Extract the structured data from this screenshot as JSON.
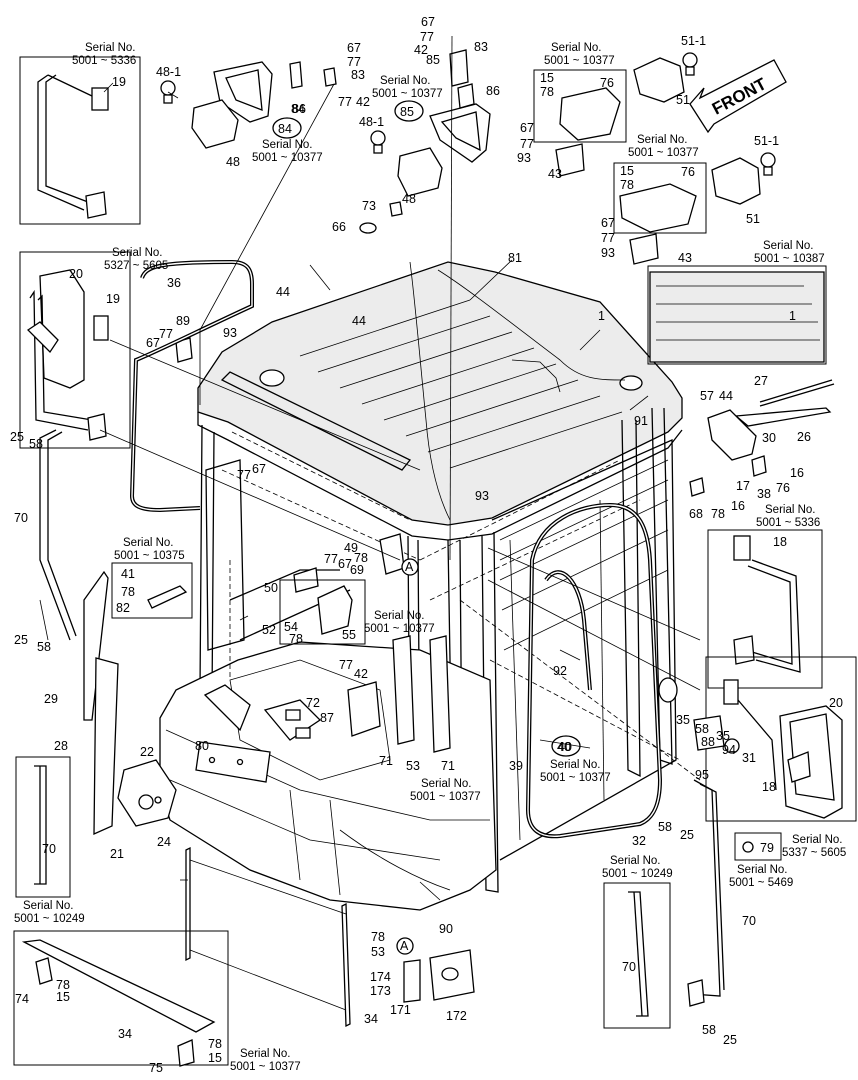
{
  "front_label": "FRONT",
  "serial_notes": [
    {
      "id": "s1",
      "line1": "Serial No.",
      "line2": "5001 ~ 5336"
    },
    {
      "id": "s2",
      "line1": "Serial No.",
      "line2": "5001 ~ 10377"
    },
    {
      "id": "s3",
      "line1": "Serial No.",
      "line2": "5001 ~ 10377"
    },
    {
      "id": "s4",
      "line1": "Serial No.",
      "line2": "5001 ~ 10377"
    },
    {
      "id": "s5",
      "line1": "Serial No.",
      "line2": "5001 ~ 10377"
    },
    {
      "id": "s6",
      "line1": "Serial No.",
      "line2": "5327 ~ 5605"
    },
    {
      "id": "s7",
      "line1": "Serial No.",
      "line2": "5001 ~ 10387"
    },
    {
      "id": "s8",
      "line1": "Serial No.",
      "line2": "5001 ~ 5336"
    },
    {
      "id": "s9",
      "line1": "Serial No.",
      "line2": "5001 ~ 10375"
    },
    {
      "id": "s10",
      "line1": "Serial No.",
      "line2": "5001 ~ 10377"
    },
    {
      "id": "s11",
      "line1": "Serial No.",
      "line2": "5001 ~ 10377"
    },
    {
      "id": "s12",
      "line1": "Serial No.",
      "line2": "5001 ~ 10377"
    },
    {
      "id": "s13",
      "line1": "Serial No.",
      "line2": "5337 ~ 5605"
    },
    {
      "id": "s14",
      "line1": "Serial No.",
      "line2": "5001 ~ 5469"
    },
    {
      "id": "s15",
      "line1": "Serial No.",
      "line2": "5001 ~ 10249"
    },
    {
      "id": "s16",
      "line1": "Serial No.",
      "line2": "5001 ~ 10249"
    },
    {
      "id": "s17",
      "line1": "Serial No.",
      "line2": "5001 ~ 10377"
    }
  ],
  "part_labels": [
    "67",
    "77",
    "42",
    "83",
    "86",
    "67",
    "77",
    "83",
    "77",
    "42",
    "84",
    "85",
    "86",
    "48-1",
    "48",
    "48-1",
    "48",
    "19",
    "20",
    "19",
    "15",
    "78",
    "76",
    "67",
    "77",
    "93",
    "43",
    "51-1",
    "51",
    "51-1",
    "15",
    "78",
    "76",
    "51",
    "73",
    "66",
    "67",
    "77",
    "93",
    "43",
    "81",
    "1",
    "1",
    "44",
    "44",
    "36",
    "89",
    "93",
    "67",
    "77",
    "25",
    "58",
    "27",
    "57",
    "44",
    "30",
    "26",
    "16",
    "17",
    "38",
    "76",
    "16",
    "68",
    "78",
    "91",
    "70",
    "77",
    "67",
    "93",
    "49",
    "78",
    "77",
    "67",
    "69",
    "41",
    "78",
    "82",
    "50",
    "52",
    "54",
    "78",
    "55",
    "77",
    "42",
    "72",
    "87",
    "18",
    "25",
    "58",
    "29",
    "28",
    "22",
    "80",
    "24",
    "21",
    "71",
    "53",
    "71",
    "39",
    "92",
    "40",
    "35",
    "58",
    "88",
    "35",
    "94",
    "31",
    "95",
    "20",
    "18",
    "58",
    "25",
    "32",
    "79",
    "90",
    "70",
    "70",
    "70",
    "78",
    "53",
    "174",
    "173",
    "171",
    "172",
    "74",
    "78",
    "15",
    "34",
    "34",
    "78",
    "15",
    "75",
    "58",
    "25"
  ],
  "callouts": [
    {
      "name": "circle-84",
      "label": "84"
    },
    {
      "name": "circle-85",
      "label": "85"
    },
    {
      "name": "circle-40",
      "label": "40"
    }
  ],
  "section_marks": [
    {
      "name": "section-a-top",
      "label": "A"
    },
    {
      "name": "section-a-bottom",
      "label": "A"
    }
  ]
}
